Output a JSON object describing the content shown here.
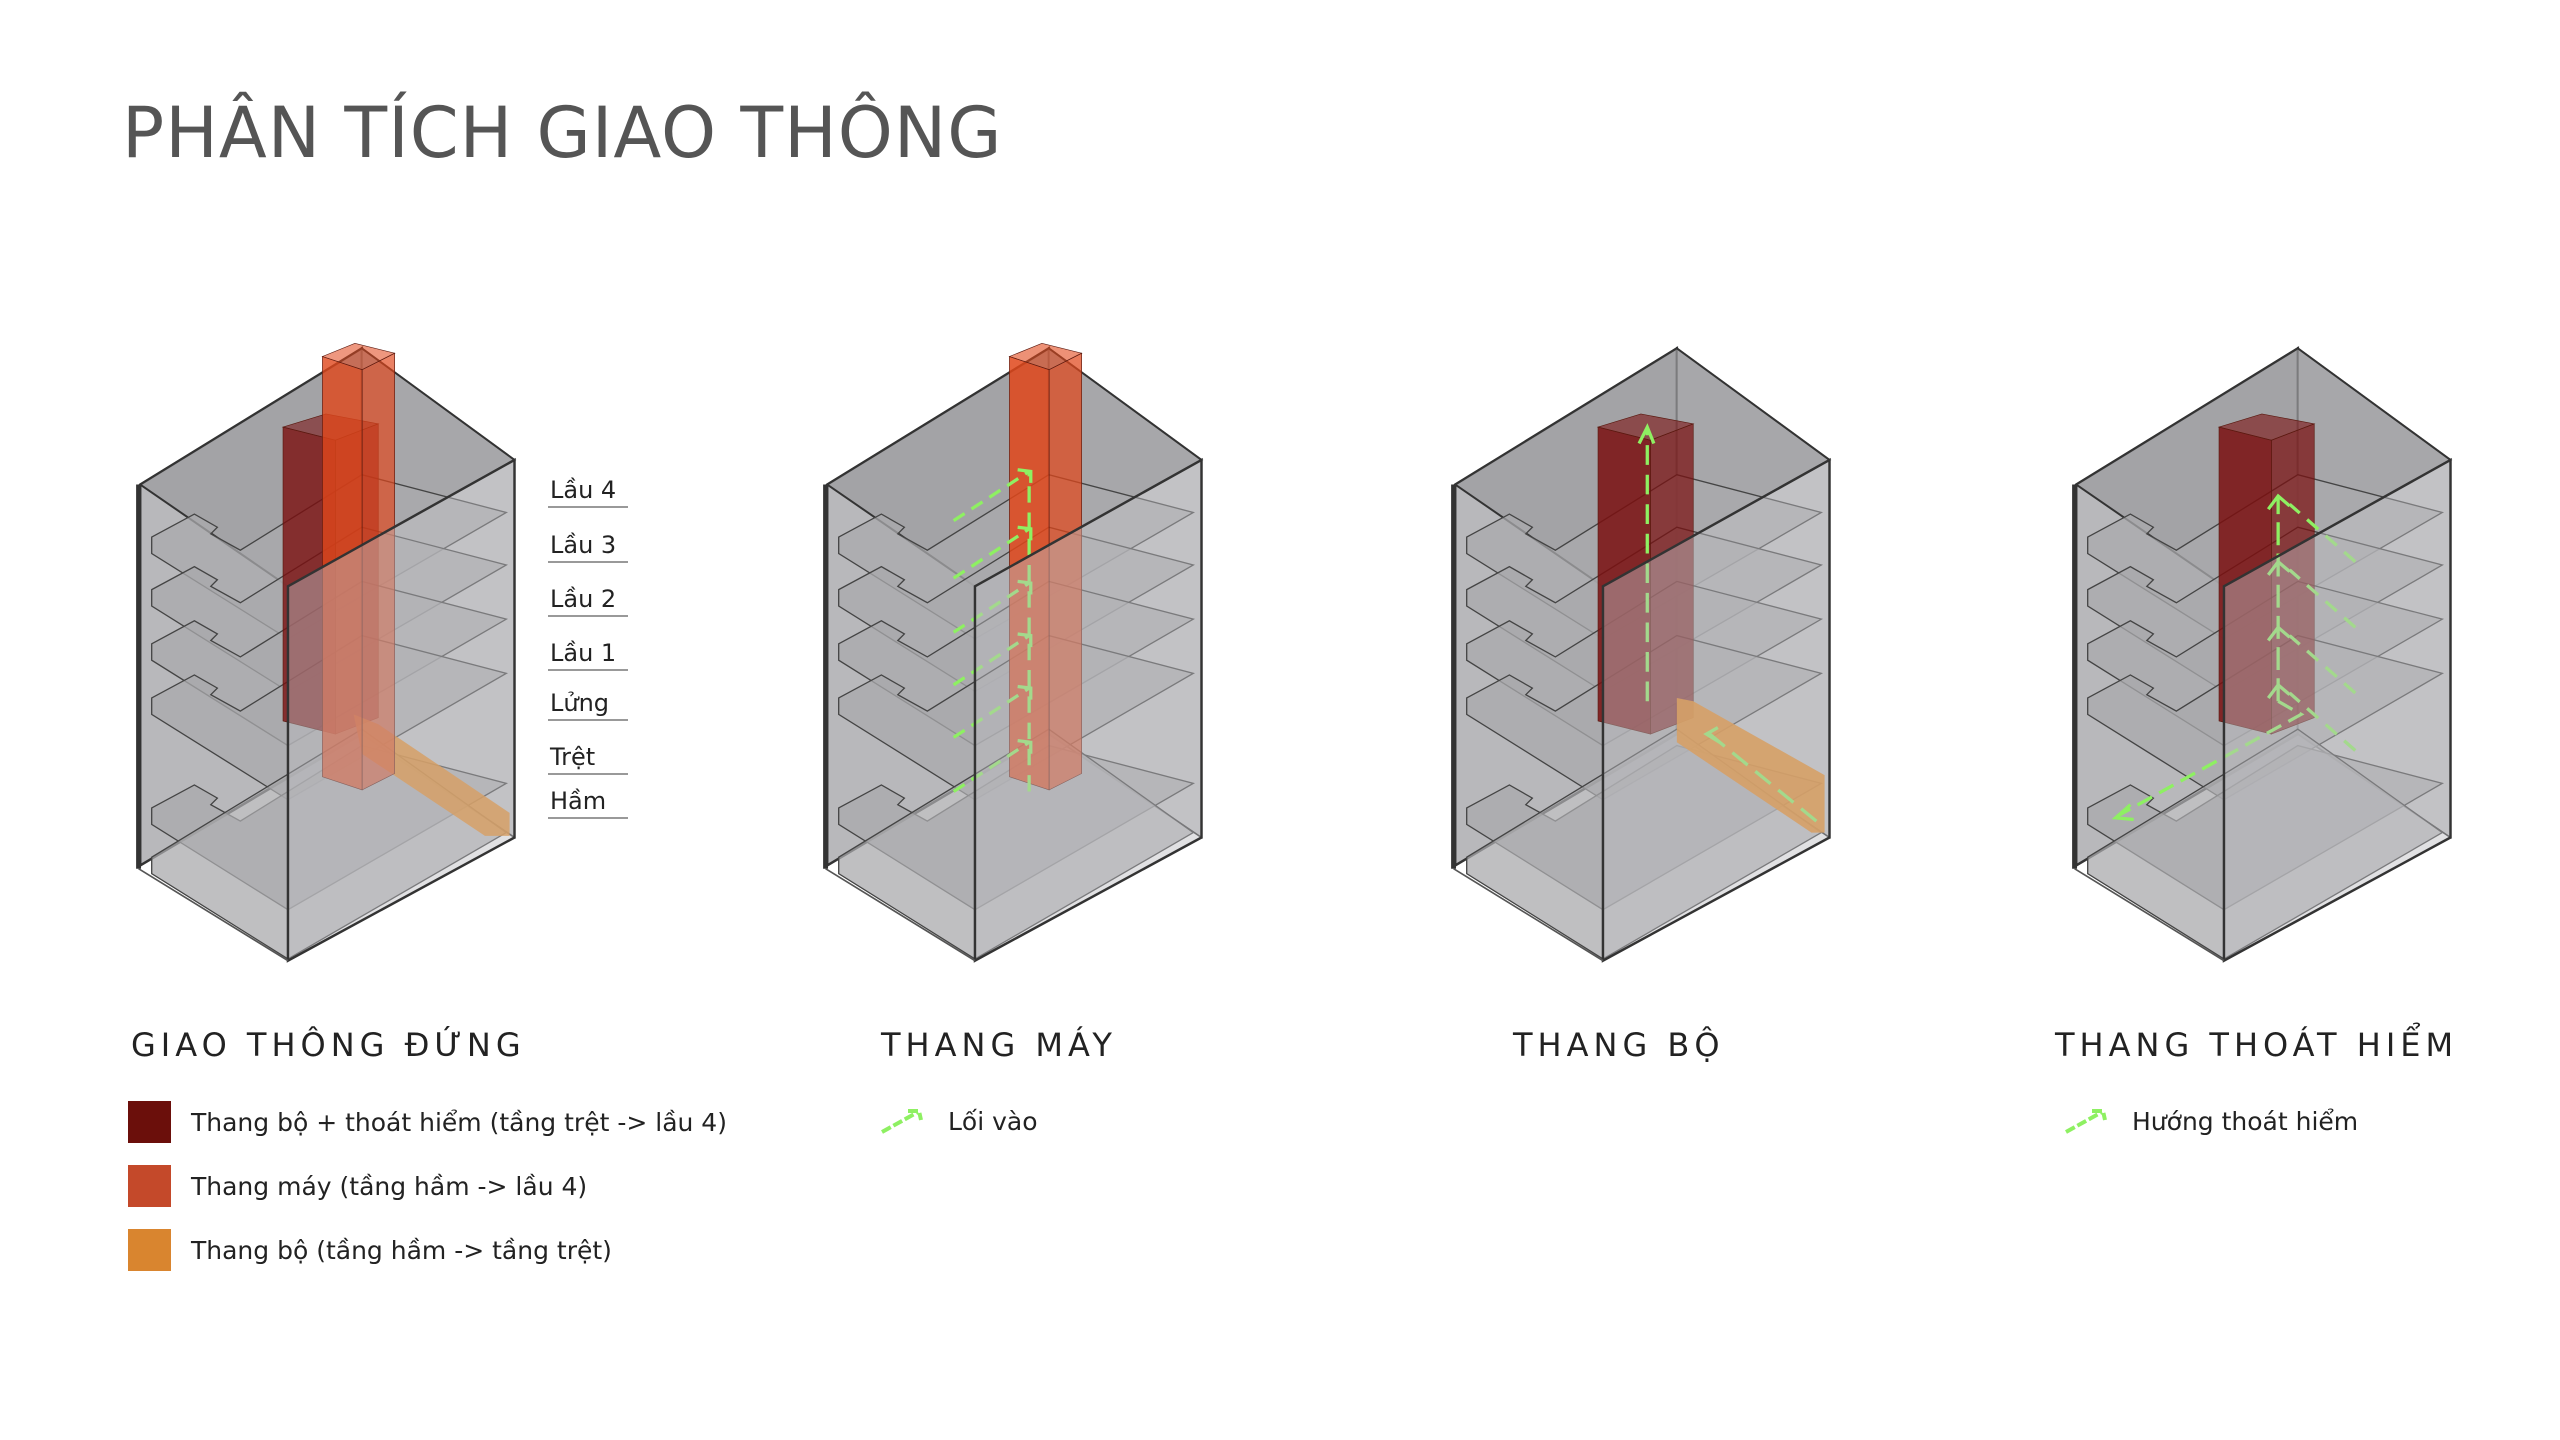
{
  "title": "PHÂN TÍCH GIAO THÔNG",
  "sections": [
    {
      "heading": "GIAO THÔNG ĐỨNG"
    },
    {
      "heading": "THANG MÁY",
      "legend": {
        "icon": "green-arrow-icon",
        "label": "Lối vào"
      }
    },
    {
      "heading": "THANG BỘ"
    },
    {
      "heading": "THANG THOÁT HIỂM",
      "legend": {
        "icon": "green-arrow-icon",
        "label": "Hướng thoát hiểm"
      }
    }
  ],
  "floors": [
    "Lầu 4",
    "Lầu 3",
    "Lầu 2",
    "Lầu 1",
    "Lửng",
    "Trệt",
    "Hầm"
  ],
  "legend": [
    {
      "label": "Thang bộ + thoát hiểm (tầng trệt -> lầu 4)",
      "color": "#6b0f0b"
    },
    {
      "label": "Thang máy (tầng hầm -> lầu 4)",
      "color": "#c4492a"
    },
    {
      "label": "Thang bộ (tầng hầm -> tầng trệt)",
      "color": "#d9852f"
    }
  ],
  "colors": {
    "arrow": "#8ef062",
    "stair_core": "#7a0f0f",
    "elevator": "#e0461a",
    "basement_stair": "#eb8a1e"
  }
}
